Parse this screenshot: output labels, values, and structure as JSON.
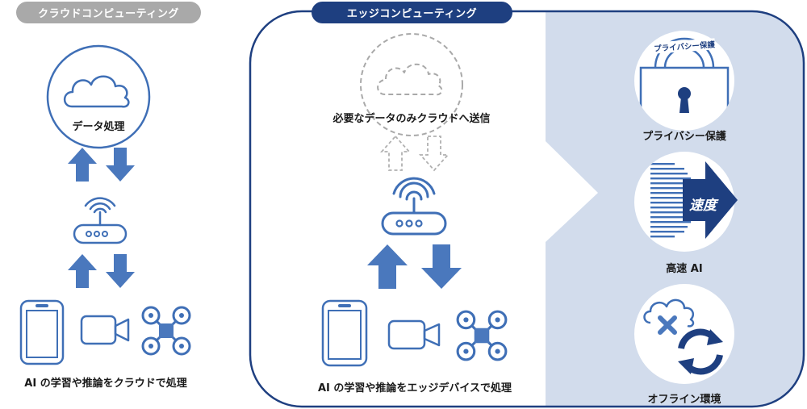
{
  "colors": {
    "primary": "#3f6fb6",
    "dark_blue": "#1e3f80",
    "navy": "#0f4c8a",
    "panel": "#d2dcec",
    "gray": "#a9a9a9",
    "dashed": "#b0b0b0"
  },
  "cloud_section": {
    "header": "クラウドコンピューティング",
    "cloud_label": "データ処理",
    "bottom_label": "AI の学習や推論をクラウドで処理",
    "icons": [
      "cloud-icon",
      "arrow-up-icon",
      "arrow-down-icon",
      "router-icon",
      "smartphone-icon",
      "camera-icon",
      "drone-icon"
    ]
  },
  "edge_section": {
    "header": "エッジコンピューティング",
    "cloud_label": "必要なデータのみクラウドへ送信",
    "bottom_label": "AI の学習や推論をエッジデバイスで処理",
    "icons": [
      "dashed-cloud-icon",
      "dashed-arrow-up-icon",
      "dashed-arrow-down-icon",
      "router-icon",
      "smartphone-icon",
      "camera-icon",
      "drone-icon"
    ]
  },
  "benefits": [
    {
      "label": "プライバシー保護",
      "badge": "プライバシー保護",
      "icon": "padlock-icon"
    },
    {
      "label": "高速 AI",
      "badge": "速度",
      "icon": "speed-arrow-icon"
    },
    {
      "label": "オフライン環境",
      "icon": "offline-cloud-sync-icon"
    }
  ]
}
